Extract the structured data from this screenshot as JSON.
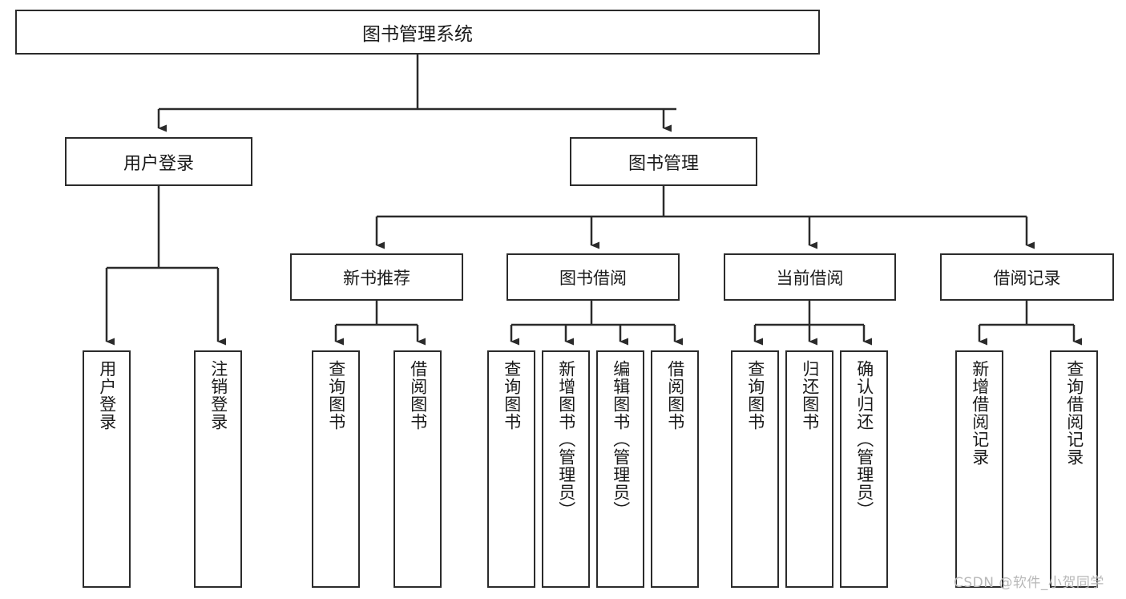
{
  "diagram": {
    "title": "图书管理系统",
    "root": {
      "label": "图书管理系统"
    },
    "level2": [
      {
        "label": "用户登录"
      },
      {
        "label": "图书管理"
      }
    ],
    "level3": [
      {
        "label": "新书推荐"
      },
      {
        "label": "图书借阅"
      },
      {
        "label": "当前借阅"
      },
      {
        "label": "借阅记录"
      }
    ],
    "leaves": {
      "user_login": [
        {
          "label": "用户登录"
        },
        {
          "label": "注销登录"
        }
      ],
      "new_book": [
        {
          "label": "查询图书"
        },
        {
          "label": "借阅图书"
        }
      ],
      "book_borrow": [
        {
          "label": "查询图书"
        },
        {
          "label": "新增图书（管理员）"
        },
        {
          "label": "编辑图书（管理员）"
        },
        {
          "label": "借阅图书"
        }
      ],
      "current_borrow": [
        {
          "label": "查询图书"
        },
        {
          "label": "归还图书"
        },
        {
          "label": "确认归还（管理员）"
        }
      ],
      "borrow_record": [
        {
          "label": "新增借阅记录"
        },
        {
          "label": "查询借阅记录"
        }
      ]
    }
  },
  "watermark": {
    "text": "CSDN @软件_小贺同学"
  },
  "colors": {
    "stroke": "#2b2b2b",
    "background": "#ffffff",
    "text": "#1a1a1a",
    "watermark": "#b8b8b8"
  }
}
